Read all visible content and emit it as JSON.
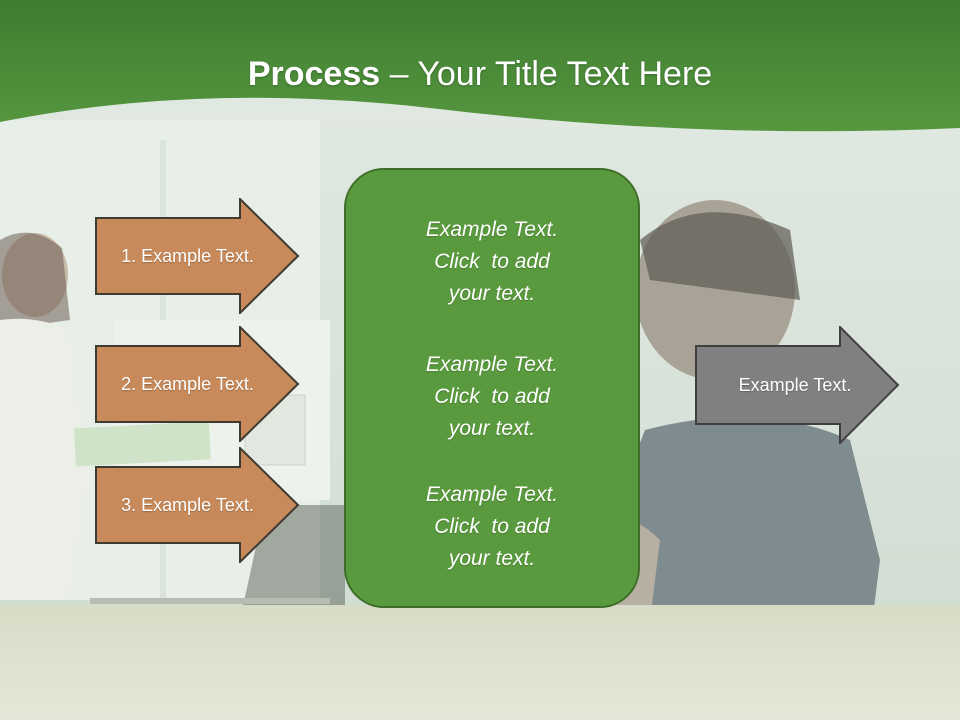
{
  "title": {
    "bold": "Process",
    "rest": " – Your Title Text Here"
  },
  "left_items": [
    {
      "label": "1. Example Text."
    },
    {
      "label": "2. Example Text."
    },
    {
      "label": "3. Example Text."
    }
  ],
  "center_blocks": [
    {
      "lines": [
        "Example Text.",
        "Click  to add",
        "your text."
      ]
    },
    {
      "lines": [
        "Example Text.",
        "Click  to add",
        "your text."
      ]
    },
    {
      "lines": [
        "Example Text.",
        "Click  to add",
        "your text."
      ]
    }
  ],
  "output": {
    "label": "Example Text."
  },
  "colors": {
    "header_green": "#4a8b3a",
    "arrow_orange": "#c88a5a",
    "arrow_gray": "#808080",
    "box_green": "#5a9a3e"
  }
}
